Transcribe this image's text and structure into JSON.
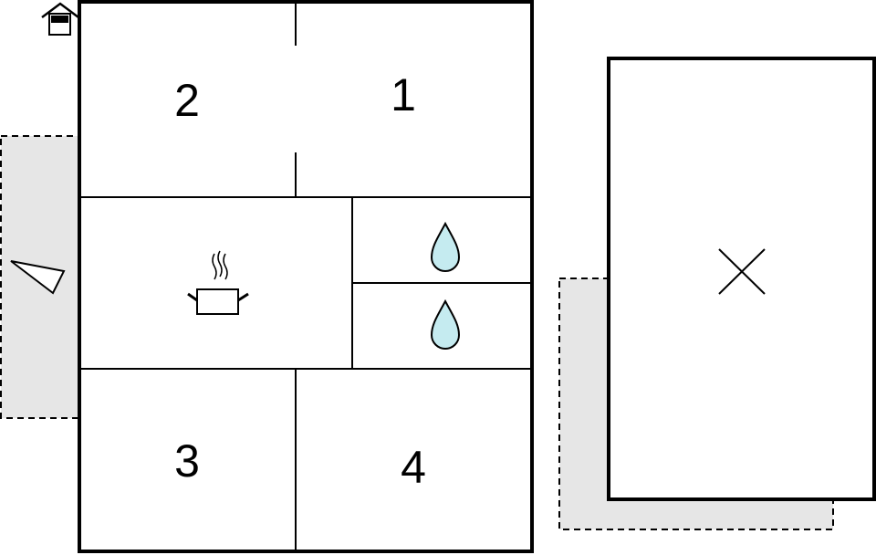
{
  "rooms": {
    "room_1": {
      "label": "1",
      "type": "bedroom"
    },
    "room_2": {
      "label": "2",
      "type": "bedroom"
    },
    "room_3": {
      "label": "3",
      "type": "bedroom"
    },
    "room_4": {
      "label": "4",
      "type": "bedroom"
    },
    "kitchen": {
      "icon": "cooking-pot-icon"
    },
    "bathroom_1": {
      "icon": "water-drop-icon"
    },
    "bathroom_2": {
      "icon": "water-drop-icon"
    }
  },
  "outbuilding": {
    "icon": "x-mark-icon"
  },
  "entrance": {
    "icon": "house-entrance-icon"
  },
  "viewpoint": {
    "icon": "view-direction-icon"
  },
  "colors": {
    "walls": "#000000",
    "terrace_fill": "#e6e6e6",
    "water_fill": "#c5ebf0",
    "background": "#ffffff"
  }
}
